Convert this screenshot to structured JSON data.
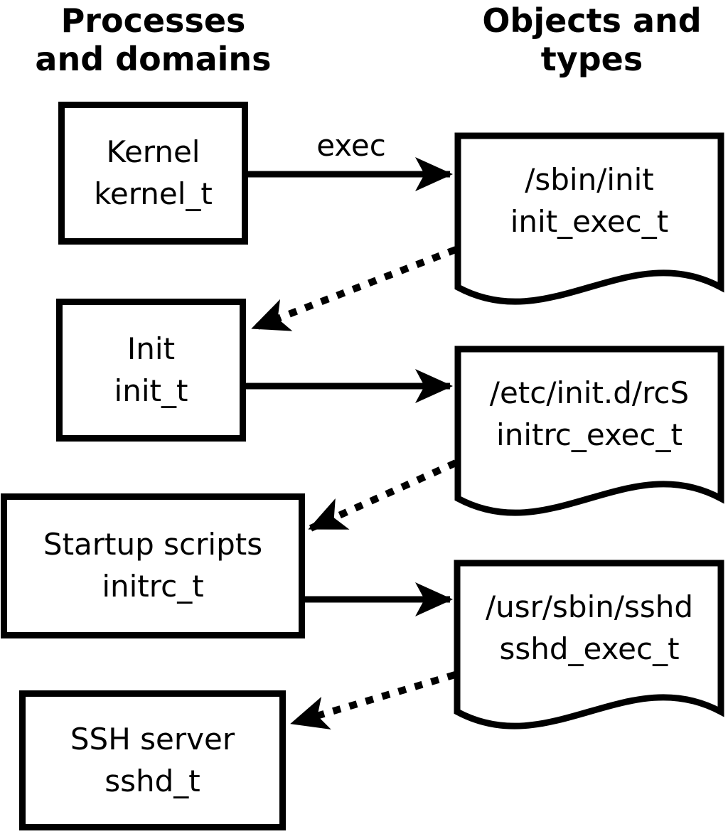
{
  "diagram": {
    "title_left": [
      "Processes",
      "and domains"
    ],
    "title_right": [
      "Objects and",
      "types"
    ],
    "exec_label": "exec",
    "processes": [
      {
        "label": "Kernel",
        "domain": "kernel_t"
      },
      {
        "label": "Init",
        "domain": "init_t"
      },
      {
        "label": "Startup scripts",
        "domain": "initrc_t"
      },
      {
        "label": "SSH server",
        "domain": "sshd_t"
      }
    ],
    "objects": [
      {
        "path": "/sbin/init",
        "type": "init_exec_t"
      },
      {
        "path": "/etc/init.d/rcS",
        "type": "initrc_exec_t"
      },
      {
        "path": "/usr/sbin/sshd",
        "type": "sshd_exec_t"
      }
    ],
    "colors": {
      "foreground": "#000000",
      "background": "#ffffff"
    }
  }
}
